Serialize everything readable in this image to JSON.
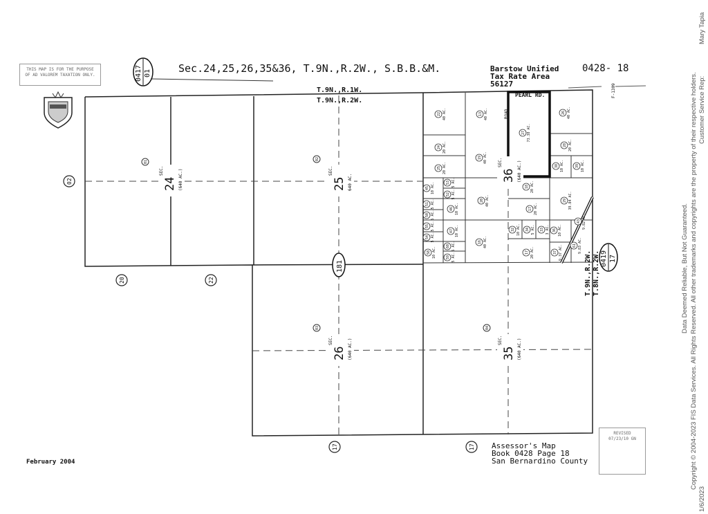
{
  "header": {
    "disclaimer": [
      "THIS MAP IS FOR THE PURPOSE",
      "OF AD VALOREM TAXATION ONLY."
    ],
    "title": "Sec.24,25,26,35&36, T.9N.,R.2W., S.B.B.&M.",
    "book_ref_left": {
      "top": "0417",
      "bottom": "01"
    },
    "district": [
      "Barstow Unified",
      "Tax Rate Area",
      "56127"
    ],
    "page_ref": "0428- 18",
    "road_ref": "F-1309",
    "township_top": "T.9N.,R.1W.",
    "township_bottom": "T.9N.,R.2W."
  },
  "sections": [
    {
      "label": "SEC.",
      "num": "24",
      "area": "(640 AC.)",
      "parcel": "01"
    },
    {
      "label": "SEC.",
      "num": "25",
      "area": "640 AC.",
      "parcel": "02"
    },
    {
      "label": "SEC.",
      "num": "26",
      "area": "(640 AC.)",
      "parcel": "03"
    },
    {
      "label": "SEC.",
      "num": "35",
      "area": "(640 AC.)",
      "parcel": "04"
    },
    {
      "label": "SEC.",
      "num": "36",
      "area": "(640 AC.)"
    }
  ],
  "adjacent_refs": [
    "02",
    "20",
    "22",
    "17",
    "17"
  ],
  "highway": "181",
  "book_ref_right": {
    "top": "0419",
    "bottom": "17"
  },
  "township_right": [
    "T.9N.,R.2W.",
    "T.8N.,R.2W."
  ],
  "road_name": "PEARL RD.",
  "road_label": "ROAD",
  "parcels": [
    {
      "n": "22",
      "ac": "40 AC."
    },
    {
      "n": "13",
      "ac": "40 AC."
    },
    {
      "n": "27",
      "ac": "73.38 AC."
    },
    {
      "n": "26",
      "ac": "40 AC."
    },
    {
      "n": "24",
      "ac": "20 AC."
    },
    {
      "n": "25",
      "ac": "20 AC."
    },
    {
      "n": "19",
      "ac": "40 AC."
    },
    {
      "n": "28",
      "ac": "20 AC."
    },
    {
      "n": "38",
      "ac": "10 AC."
    },
    {
      "n": "39",
      "ac": "10 AC."
    },
    {
      "n": "45",
      "ac": "10 AC."
    },
    {
      "n": "53",
      "ac": "5 AC."
    },
    {
      "n": "52",
      "ac": "5 AC."
    },
    {
      "n": "51",
      "ac": "5 AC."
    },
    {
      "n": "50",
      "ac": "5 AC."
    },
    {
      "n": "46",
      "ac": "10 AC."
    },
    {
      "n": "20",
      "ac": "40 AC."
    },
    {
      "n": "18",
      "ac": "20 AC."
    },
    {
      "n": "29",
      "ac": "39.84 AC."
    },
    {
      "n": "55",
      "ac": "5 AC."
    },
    {
      "n": "54",
      "ac": "5 AC."
    },
    {
      "n": "47",
      "ac": "10 AC."
    },
    {
      "n": "17",
      "ac": "20 AC."
    },
    {
      "n": "33",
      "ac": "3 AC."
    },
    {
      "n": "32",
      "ac": "10 AC."
    },
    {
      "n": "34",
      "ac": "5 AC."
    },
    {
      "n": "36",
      "ac": "10 AC."
    },
    {
      "n": "43",
      "ac": "9.82 AC."
    },
    {
      "n": "58",
      "ac": "10 AC."
    },
    {
      "n": "60",
      "ac": "5 AC."
    },
    {
      "n": "59",
      "ac": "5 AC."
    },
    {
      "n": "16",
      "ac": "40 AC."
    },
    {
      "n": "17",
      "ac": "20 AC."
    },
    {
      "n": "37",
      "ac": "9.37 AC."
    },
    {
      "n": "61",
      "ac": "9.83 AC."
    }
  ],
  "footer": {
    "date": "February 2004",
    "assessor": [
      "Assessor's Map",
      "Book 0428 Page 18",
      "San Bernardino County"
    ],
    "revised": [
      "REVISED",
      "07/23/10 GN"
    ]
  },
  "sidebar_text": {
    "line1": "Data Deemed Reliable, But Not Guaranteed.",
    "line2": "Copyright © 2004-2023 FIS Data Services. All Rights Reserved. All other trademarks and copyrights are the property of their respective holders.",
    "line3_label": "Customer Service Rep:",
    "line3_name": "Mary Tapia",
    "date": "1/6/2023"
  }
}
